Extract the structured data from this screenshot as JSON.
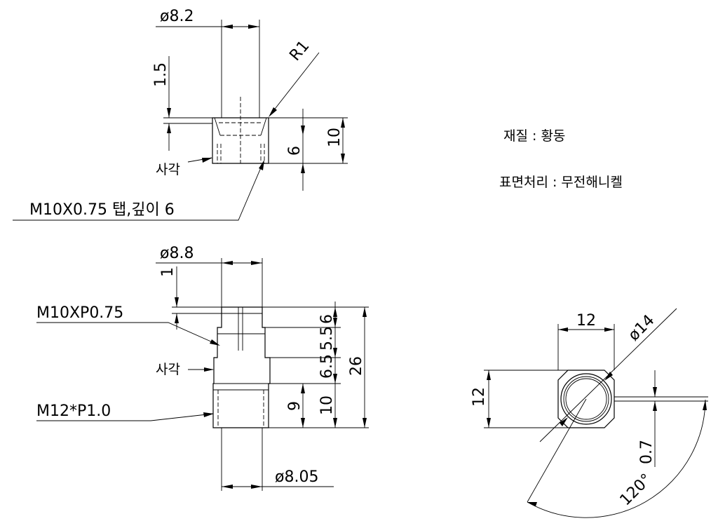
{
  "top_view": {
    "dia": "ø8.2",
    "h15": "1.5",
    "radius": "R1",
    "d6": "6",
    "d10": "10",
    "square_label": "사각",
    "tap_note": "M10X0.75 탭,깊이 6"
  },
  "bottom_view": {
    "dia_top": "ø8.8",
    "h1": "1",
    "thread_top": "M10XP0.75",
    "square_label": "사각",
    "thread_bottom": "M12*P1.0",
    "d6": "6",
    "d55": "5.5",
    "d65": "6.5",
    "d9": "9",
    "d10": "10",
    "d26": "26",
    "dia_bottom": "ø8.05"
  },
  "end_view": {
    "w12": "12",
    "h12": "12",
    "dia14": "ø14",
    "gap": "0.7",
    "angle": "120°"
  },
  "notes": {
    "material": "재질 : 황동",
    "finish": "표면처리 : 무전해니켈"
  }
}
